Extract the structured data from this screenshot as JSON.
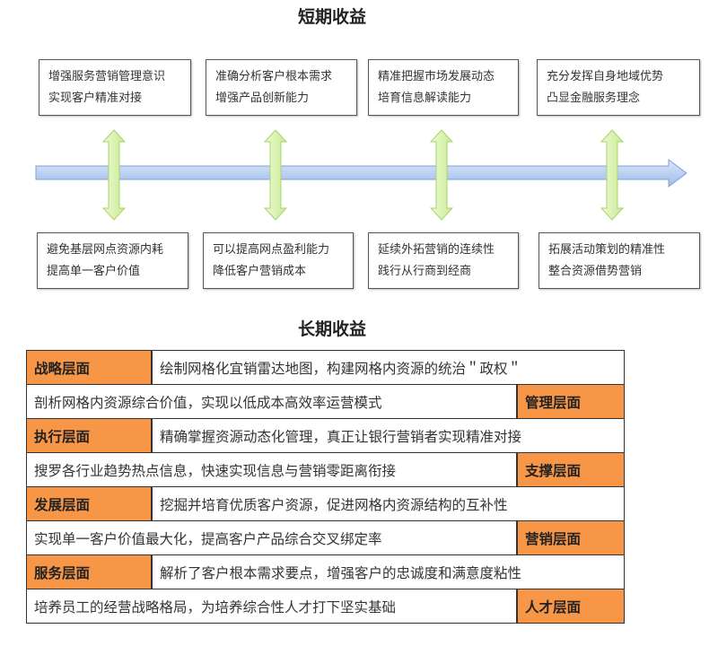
{
  "short_title": "短期收益",
  "long_title": "长期收益",
  "top_boxes": [
    {
      "l1": "增强服务营销管理意识",
      "l2": "实现客户精准对接"
    },
    {
      "l1": "准确分析客户根本需求",
      "l2": "增强产品创新能力"
    },
    {
      "l1": "精准把握市场发展动态",
      "l2": "培育信息解读能力"
    },
    {
      "l1": "充分发挥自身地域优势",
      "l2": "凸显金融服务理念"
    }
  ],
  "bottom_boxes": [
    {
      "l1": "避免基层网点资源内耗",
      "l2": "提高单一客户价值"
    },
    {
      "l1": "可以提高网点盈利能力",
      "l2": "降低客户营销成本"
    },
    {
      "l1": "延续外拓营销的连续性",
      "l2": "践行从行商到经商"
    },
    {
      "l1": "拓展活动策划的精准性",
      "l2": "整合资源借势营销"
    }
  ],
  "rows": [
    {
      "label": "战略层面",
      "text": "绘制网格化宜销雷达地图，构建网格内资源的统治＂政权＂"
    },
    {
      "label": "管理层面",
      "text": "剖析网格内资源综合价值，实现以低成本高效率运营模式"
    },
    {
      "label": "执行层面",
      "text": "精确掌握资源动态化管理，真正让银行营销者实现精准对接"
    },
    {
      "label": "支撑层面",
      "text": "搜罗各行业趋势热点信息，快速实现信息与营销零距离衔接"
    },
    {
      "label": "发展层面",
      "text": "挖掘并培育优质客户资源，促进网格内资源结构的互补性"
    },
    {
      "label": "营销层面",
      "text": "实现单一客户价值最大化，提高客户产品综合交叉绑定率"
    },
    {
      "label": "服务层面",
      "text": "解析了客户根本需求要点，增强客户的忠诚度和满意度粘性"
    },
    {
      "label": "人才层面",
      "text": "培养员工的经营战略格局，为培养综合性人才打下坚实基础"
    }
  ],
  "colors": {
    "label_bg": "#f79646",
    "timeline": "#a9c4ee",
    "arrows": "#d7f0a8"
  }
}
